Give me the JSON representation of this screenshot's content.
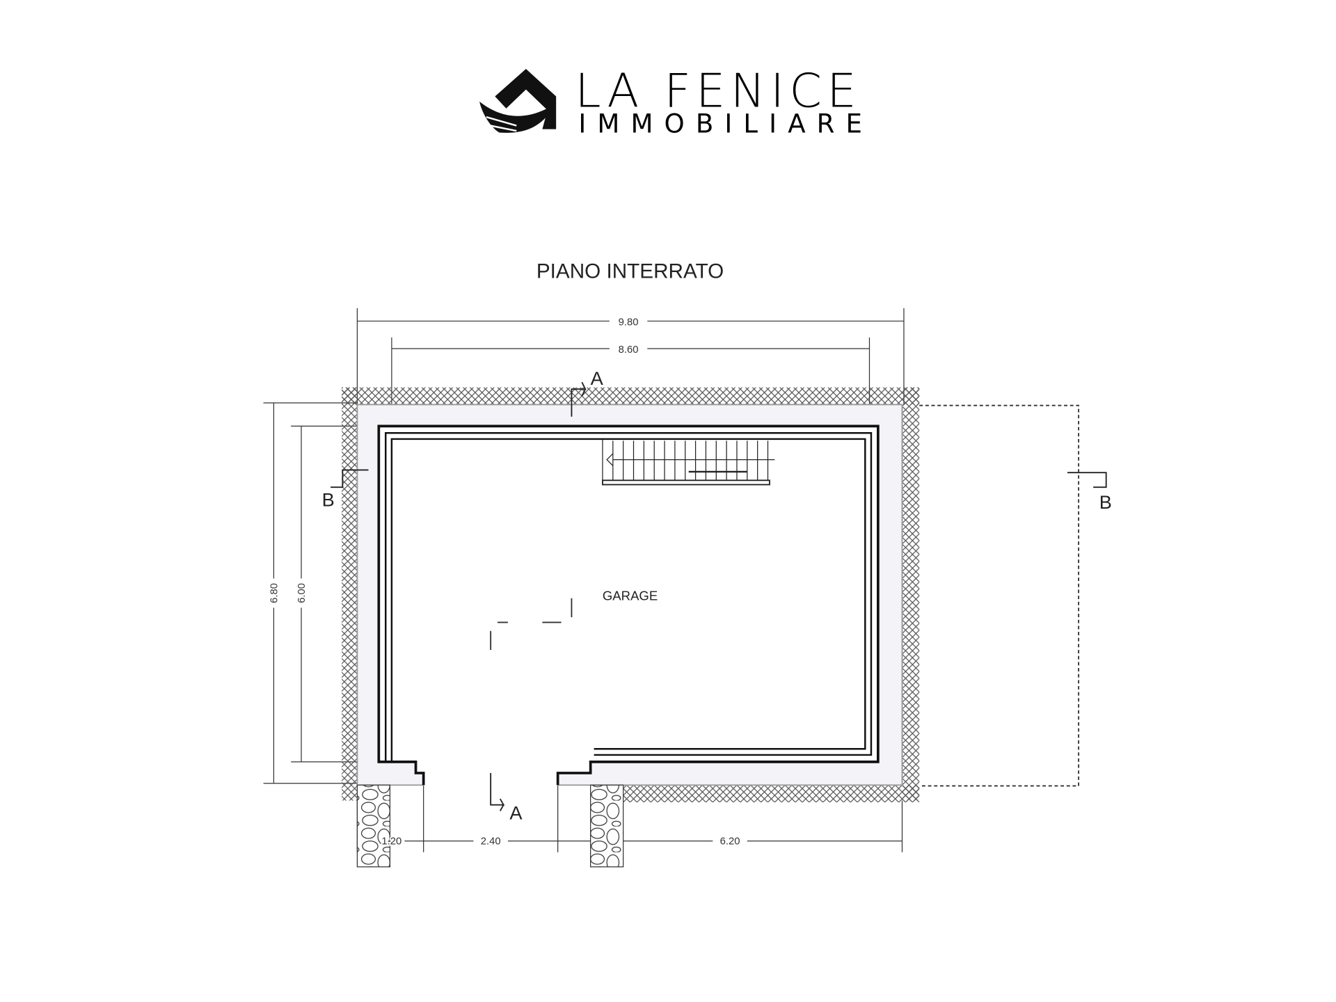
{
  "logo": {
    "line1": "LA FENICE",
    "line2": "IMMOBILIARE"
  },
  "plan": {
    "title": "PIANO INTERRATO",
    "room_label": "GARAGE",
    "dimensions": {
      "top_outer": "9.80",
      "top_inner": "8.60",
      "left_outer": "6.80",
      "left_inner": "6.00",
      "bottom_left": "1.20",
      "bottom_opening": "2.40",
      "bottom_right": "6.20"
    },
    "section_marks": {
      "a_top": "A",
      "a_bottom": "A",
      "b_left": "B",
      "b_right": "B"
    }
  }
}
